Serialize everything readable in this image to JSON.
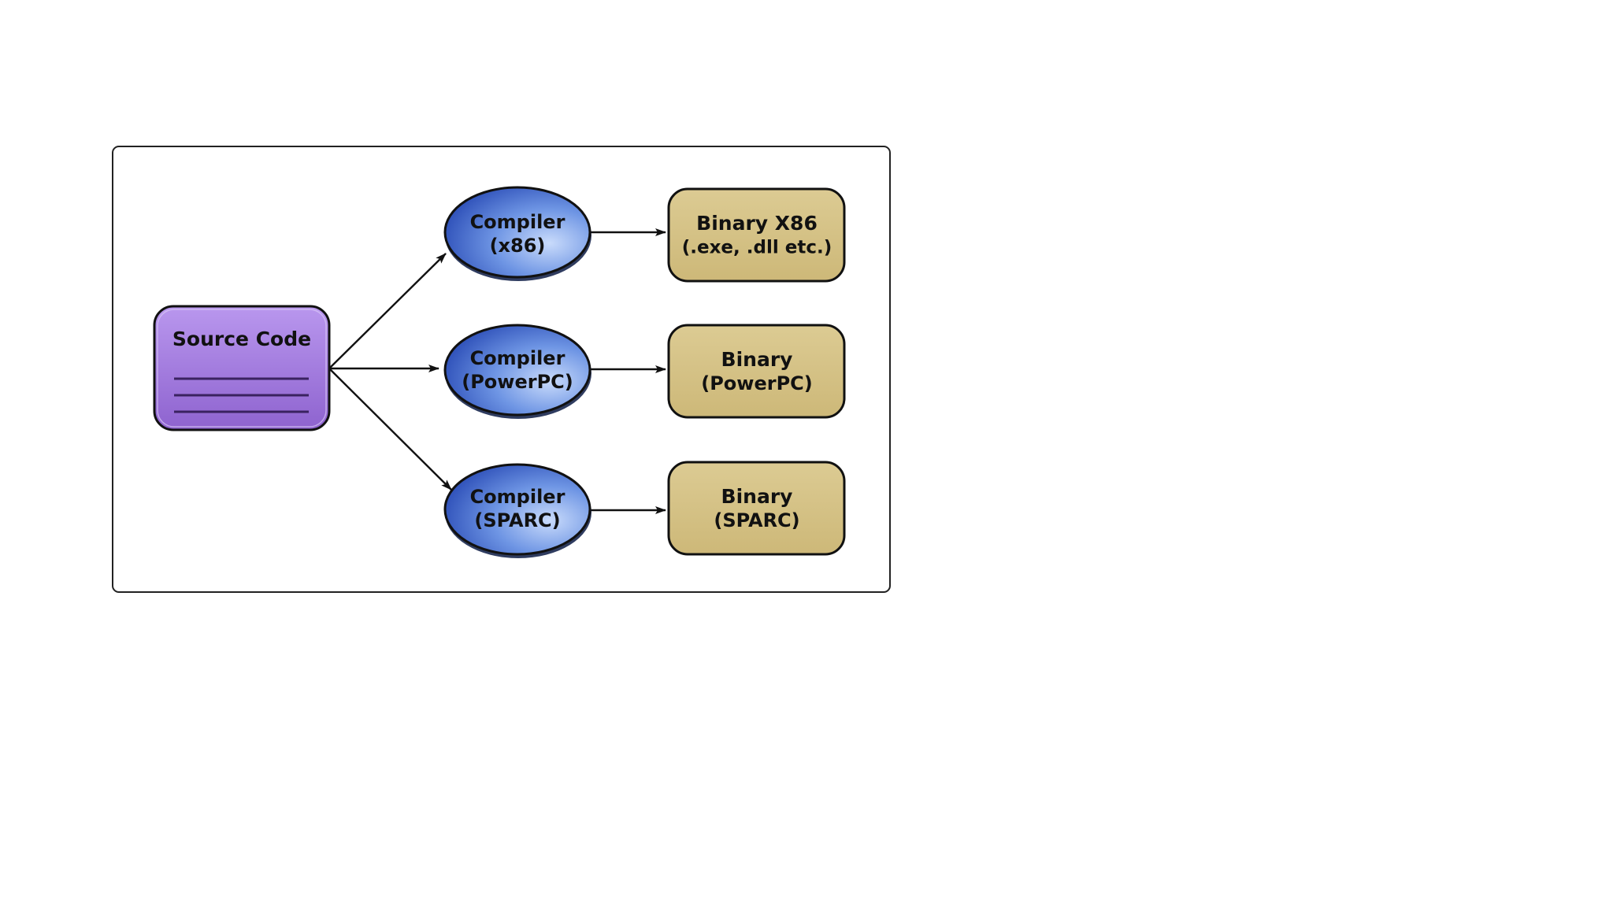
{
  "source": {
    "label": "Source Code"
  },
  "compilers": [
    {
      "line1": "Compiler",
      "line2": "(x86)"
    },
    {
      "line1": "Compiler",
      "line2": "(PowerPC)"
    },
    {
      "line1": "Compiler",
      "line2": "(SPARC)"
    }
  ],
  "binaries": [
    {
      "line1": "Binary X86",
      "line2": "(.exe, .dll etc.)"
    },
    {
      "line1": "Binary",
      "line2": "(PowerPC)"
    },
    {
      "line1": "Binary",
      "line2": "(SPARC)"
    }
  ],
  "colors": {
    "source_fill": "#9b72d6",
    "source_fill_light": "#b894ec",
    "compiler_dark": "#2448b8",
    "compiler_light": "#a9c3f4",
    "binary_fill": "#d6c285",
    "binary_fill_light": "#e4d6a4",
    "stroke": "#111111",
    "frame": "#222222"
  }
}
